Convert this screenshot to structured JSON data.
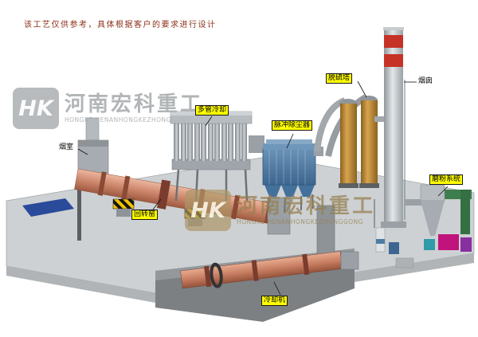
{
  "disclaimer": "该工艺仅供参考，具体根据客户的要求进行设计",
  "watermark": {
    "logo": "HK",
    "company_cn": "河南宏科重工",
    "company_en": "HONGKE HENANHONGKEZHONGGONG"
  },
  "labels": {
    "smoke_chamber": "烟室",
    "multi_tube_cooler": "多管冷却",
    "pulse_dust_collector": "脉冲除尘器",
    "desulfurization_tower": "脱硫塔",
    "chimney": "烟囱",
    "grinding_system": "磨粉系统",
    "rotary_kiln": "回转窑",
    "cooling_machine": "冷却机"
  },
  "colors": {
    "kiln": "#d08a70",
    "dust_collector": "#4d7ca6",
    "desulfurization_tower": "#bf8a3a",
    "chimney_band": "#c63226",
    "label_bg": "#fffe00",
    "pool_blue": "#2a4a9a",
    "pipe_green": "#3e7d4e",
    "grinder_magenta": "#c0147c",
    "watermark_gray": "#b2b5b7",
    "disclaimer_text": "#8c3018"
  }
}
